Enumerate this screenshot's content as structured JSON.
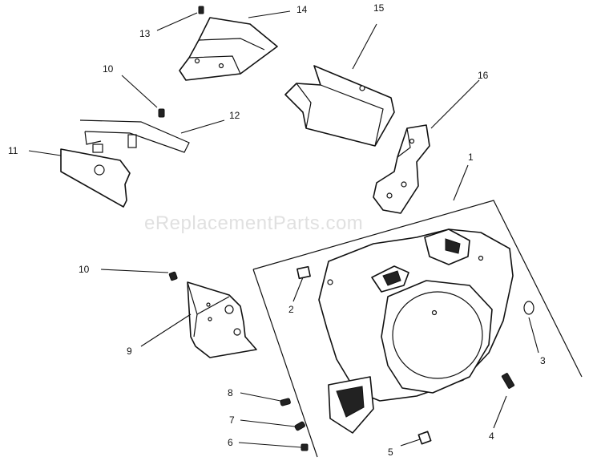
{
  "watermark": "eReplacementParts.com",
  "callouts": {
    "c1": "1",
    "c2": "2",
    "c3": "3",
    "c4": "4",
    "c5": "5",
    "c6": "6",
    "c7": "7",
    "c8": "8",
    "c9": "9",
    "c10a": "10",
    "c10b": "10",
    "c11": "11",
    "c12": "12",
    "c13": "13",
    "c14": "14",
    "c15": "15",
    "c16": "16"
  }
}
